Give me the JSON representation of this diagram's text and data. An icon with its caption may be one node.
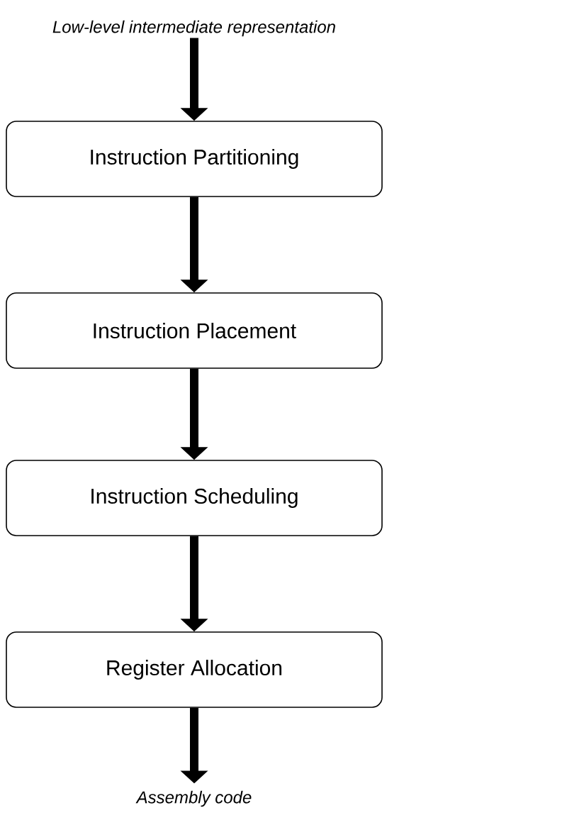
{
  "diagram": {
    "nodes": [
      {
        "text": [
          "Low-level intermediate representation"
        ]
      },
      {
        "text": [
          "Instruction Partitioning"
        ]
      },
      {
        "text": [
          "Instruction Placement"
        ]
      },
      {
        "text": [
          "Instruction Scheduling"
        ]
      },
      {
        "text": [
          "Register Allocation"
        ]
      },
      {
        "text": [
          "Assembly code"
        ]
      }
    ],
    "edges": [
      {
        "from": 0,
        "to": 1,
        "arrow": "to"
      },
      {
        "from": 1,
        "to": 2,
        "arrow": "to"
      },
      {
        "from": 2,
        "to": 3,
        "arrow": "to"
      },
      {
        "from": 3,
        "to": 4,
        "arrow": "to"
      },
      {
        "from": 4,
        "to": 5,
        "arrow": "to"
      }
    ]
  }
}
